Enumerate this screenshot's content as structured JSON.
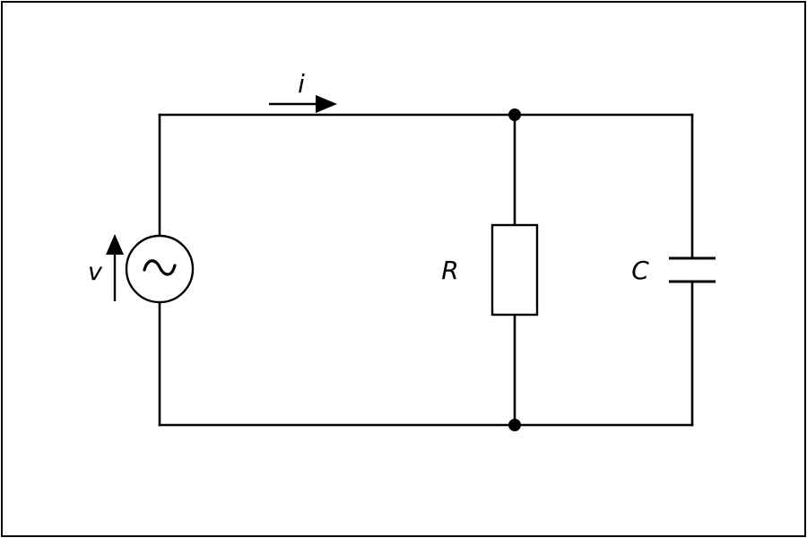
{
  "colors": {
    "line": "#000000",
    "background": "#ffffff"
  },
  "labels": {
    "current": "i",
    "voltage": "v",
    "resistor": "R",
    "capacitor": "C",
    "source_symbol": "~"
  }
}
